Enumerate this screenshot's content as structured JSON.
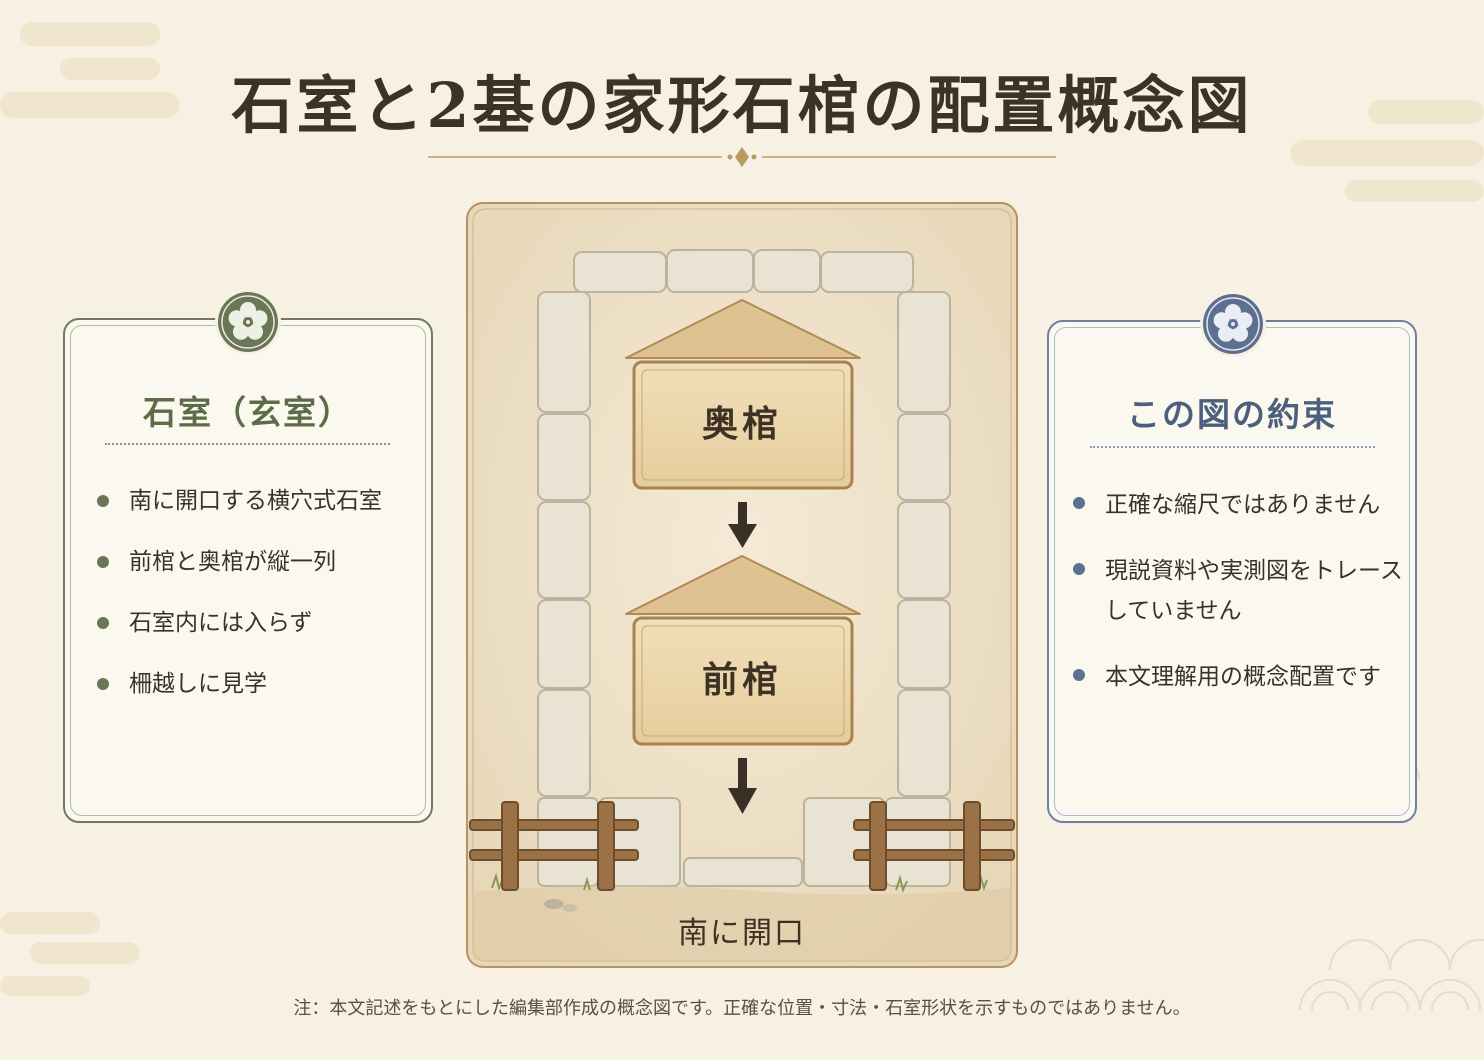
{
  "title": "石室と2基の家形石棺の配置概念図",
  "left_panel": {
    "heading": "石室（玄室）",
    "items": [
      "南に開口する横穴式石室",
      "前棺と奥棺が縦一列",
      "石室内には入らず",
      "柵越しに見学"
    ]
  },
  "right_panel": {
    "heading": "この図の約束",
    "items": [
      "正確な縮尺ではありません",
      "現説資料や実測図をトレースしていません",
      "本文理解用の概念配置です"
    ]
  },
  "diagram": {
    "back_coffin": "奥棺",
    "front_coffin": "前棺",
    "entrance": "南に開口"
  },
  "footnote": "注：本文記述をもとにした編集部作成の概念図です。正確な位置・寸法・石室形状を示すものではありません。",
  "colors": {
    "background": "#f7f1e4",
    "left_accent": "#6f7b5c",
    "right_accent": "#6d819d",
    "coffin_fill": "#ecd6ae",
    "stone": "#e6e0d2"
  },
  "icons": [
    "kamon-plum-emblem-green",
    "kamon-plum-emblem-blue",
    "diamond-ornament",
    "down-arrow"
  ]
}
